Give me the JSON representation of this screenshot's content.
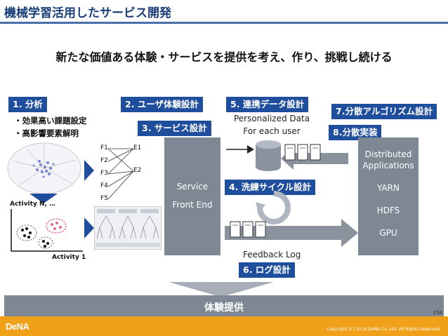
{
  "header": {
    "title": "機械学習活用したサービス開発"
  },
  "subtitle": "新たな価値ある体験・サービスを提供を考え、作り、挑戦し続ける",
  "badges": {
    "analysis": "1. 分析",
    "ux_design": "2. ユーザ体験設計",
    "service_design": "3. サービス設計",
    "refine_cycle": "4. 洗練サイクル設計",
    "integration": "5. 連携データ設計",
    "log_design": "6. ログ設計",
    "distributed_algo": "7.分散アルゴリズム設計",
    "distributed_impl": "8.分散実装"
  },
  "bullets": [
    "・効果高い課題設定",
    "・高影響要素解明"
  ],
  "axes": {
    "y_label": "Activity N, …",
    "x_label": "Activity 1"
  },
  "network": {
    "features": [
      "F1",
      "F2",
      "F3",
      "F4",
      "F5"
    ],
    "effects": [
      "E1",
      "E2"
    ]
  },
  "service_box": {
    "line1": "Service",
    "line2": "Front End"
  },
  "personalized": {
    "line1": "Personalized Data",
    "line2": "For each user"
  },
  "feedback_log": "Feedback Log",
  "distributed": {
    "line1": "Distributed",
    "line2": "Applications",
    "items": [
      "YARN",
      "HDFS",
      "GPU"
    ]
  },
  "bottom_bar": "体験提供",
  "page_number": "158",
  "footer": {
    "logo": "DeNA",
    "copyright": "Copyright (C) 2016 DeNA Co.,Ltd. All Rights Reserved."
  },
  "colors": {
    "badge": "#1f4e9c",
    "box": "#7e8894",
    "footer": "#f0a019",
    "title": "#1a3f7a"
  }
}
